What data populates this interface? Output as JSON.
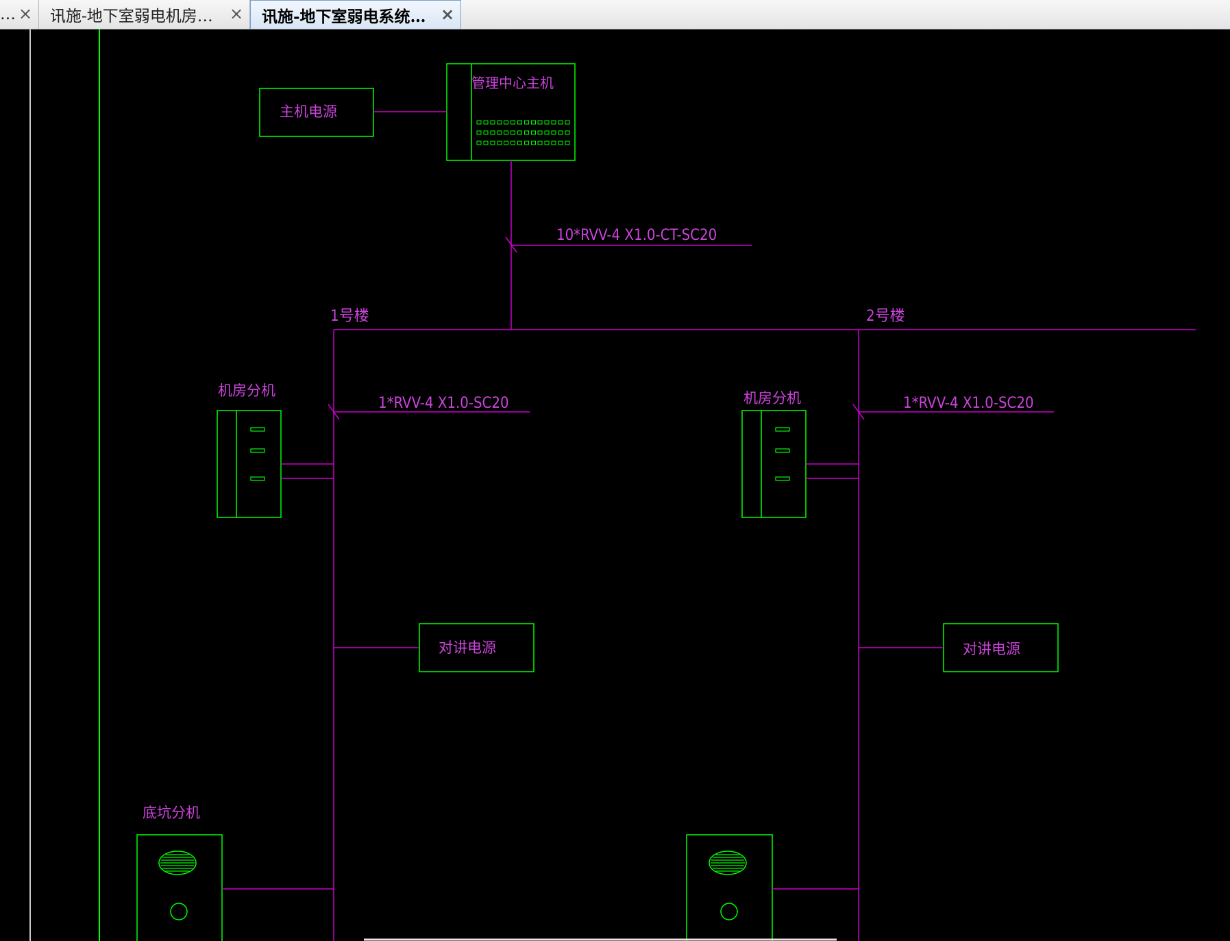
{
  "tabs": [
    {
      "label": "…",
      "active": false
    },
    {
      "label": "讯施-地下室弱电机房…",
      "active": false
    },
    {
      "label": "讯施-地下室弱电系统…",
      "active": true
    }
  ],
  "drawing": {
    "colors": {
      "green": "#00ff00",
      "magenta": "#cc00cc",
      "background": "#000000"
    },
    "labels": {
      "main_power": "主机电源",
      "management_host": "管理中心主机",
      "trunk_cable": "10*RVV-4 X1.0-CT-SC20",
      "building_1": "1号楼",
      "building_2": "2号楼",
      "machine_room_ext_1": "机房分机",
      "machine_room_ext_2": "机房分机",
      "branch_cable_1": "1*RVV-4 X1.0-SC20",
      "branch_cable_2": "1*RVV-4 X1.0-SC20",
      "intercom_power_1": "对讲电源",
      "intercom_power_2": "对讲电源",
      "pit_ext_1": "底坑分机"
    }
  }
}
